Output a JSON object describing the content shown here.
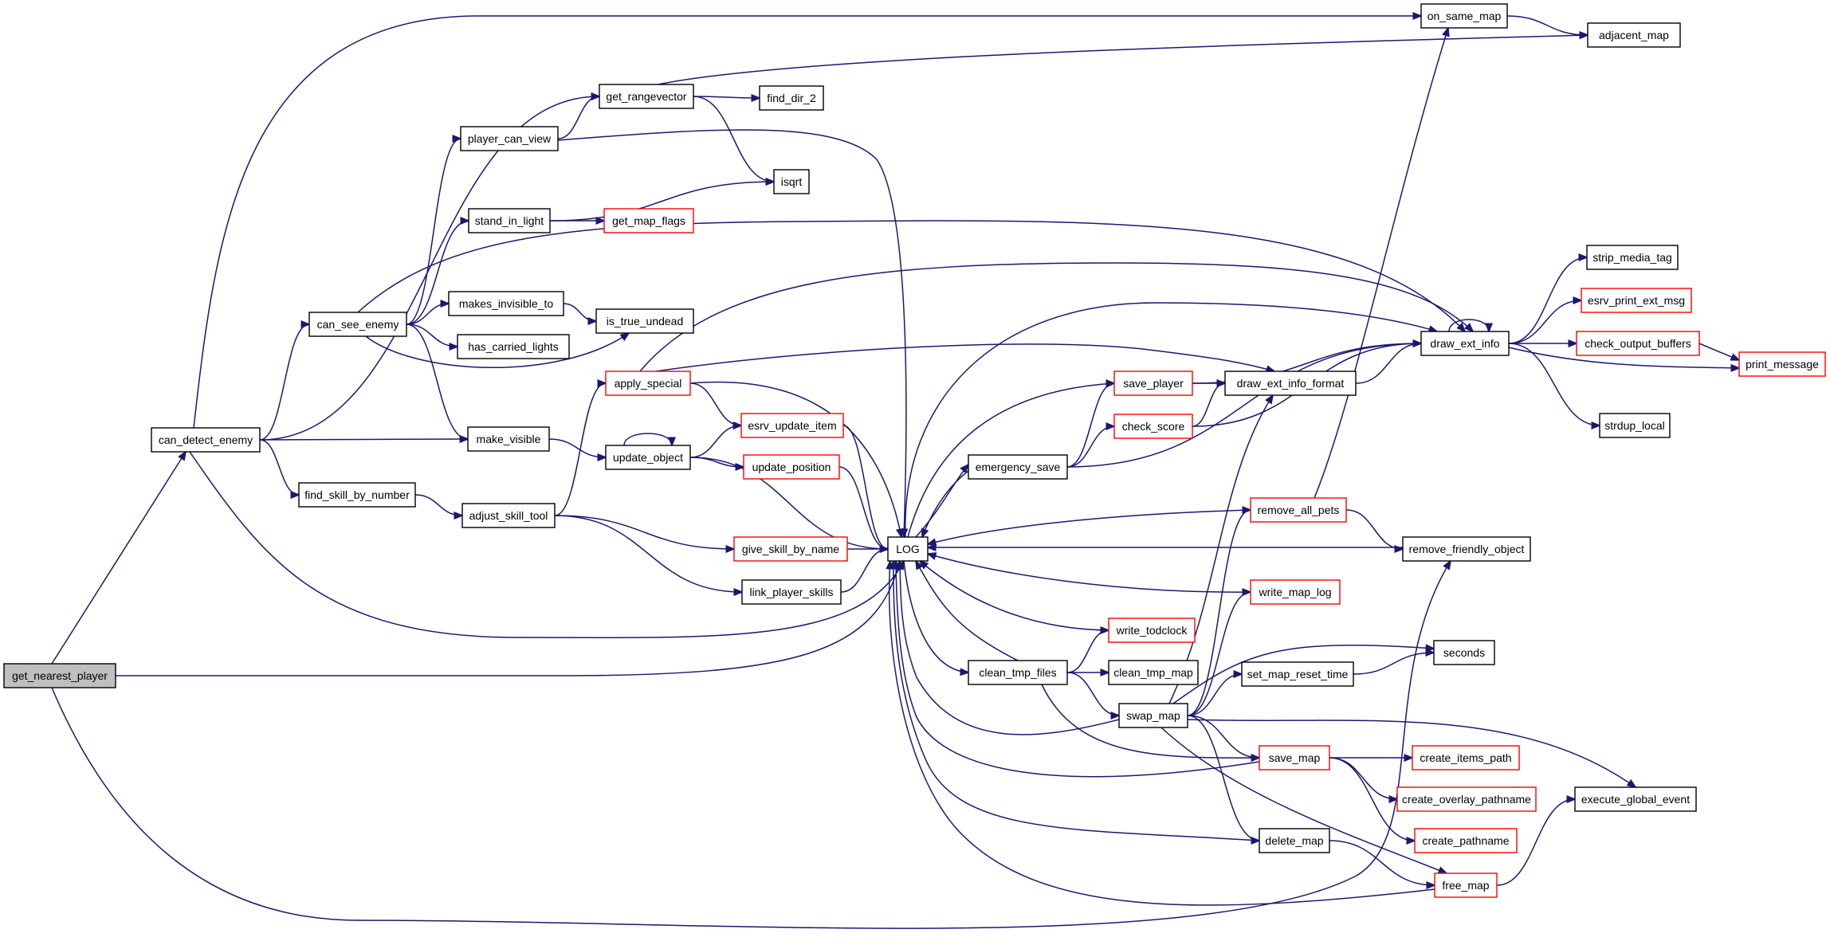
{
  "colors": {
    "edge": "#191970",
    "node_border": "#000000",
    "node_border_truncated": "#ff0000",
    "node_fill": "#ffffff",
    "root_fill": "#bfbfbf"
  },
  "nodes": [
    {
      "id": "get_nearest_player",
      "label": "get_nearest_player",
      "style": "root"
    },
    {
      "id": "can_detect_enemy",
      "label": "can_detect_enemy",
      "style": "normal"
    },
    {
      "id": "can_see_enemy",
      "label": "can_see_enemy",
      "style": "normal"
    },
    {
      "id": "player_can_view",
      "label": "player_can_view",
      "style": "normal"
    },
    {
      "id": "stand_in_light",
      "label": "stand_in_light",
      "style": "normal"
    },
    {
      "id": "makes_invisible_to",
      "label": "makes_invisible_to",
      "style": "normal"
    },
    {
      "id": "has_carried_lights",
      "label": "has_carried_lights",
      "style": "normal"
    },
    {
      "id": "make_visible",
      "label": "make_visible",
      "style": "normal"
    },
    {
      "id": "find_skill_by_number",
      "label": "find_skill_by_number",
      "style": "normal"
    },
    {
      "id": "adjust_skill_tool",
      "label": "adjust_skill_tool",
      "style": "normal"
    },
    {
      "id": "get_rangevector",
      "label": "get_rangevector",
      "style": "normal"
    },
    {
      "id": "find_dir_2",
      "label": "find_dir_2",
      "style": "normal"
    },
    {
      "id": "isqrt",
      "label": "isqrt",
      "style": "normal"
    },
    {
      "id": "get_map_flags",
      "label": "get_map_flags",
      "style": "truncated"
    },
    {
      "id": "is_true_undead",
      "label": "is_true_undead",
      "style": "normal"
    },
    {
      "id": "apply_special",
      "label": "apply_special",
      "style": "truncated"
    },
    {
      "id": "update_object",
      "label": "update_object",
      "style": "normal"
    },
    {
      "id": "esrv_update_item",
      "label": "esrv_update_item",
      "style": "truncated"
    },
    {
      "id": "update_position",
      "label": "update_position",
      "style": "truncated"
    },
    {
      "id": "give_skill_by_name",
      "label": "give_skill_by_name",
      "style": "truncated"
    },
    {
      "id": "link_player_skills",
      "label": "link_player_skills",
      "style": "normal"
    },
    {
      "id": "LOG",
      "label": "LOG",
      "style": "normal"
    },
    {
      "id": "emergency_save",
      "label": "emergency_save",
      "style": "normal"
    },
    {
      "id": "save_player",
      "label": "save_player",
      "style": "truncated"
    },
    {
      "id": "check_score",
      "label": "check_score",
      "style": "truncated"
    },
    {
      "id": "draw_ext_info_format",
      "label": "draw_ext_info_format",
      "style": "normal"
    },
    {
      "id": "draw_ext_info",
      "label": "draw_ext_info",
      "style": "normal"
    },
    {
      "id": "strip_media_tag",
      "label": "strip_media_tag",
      "style": "normal"
    },
    {
      "id": "esrv_print_ext_msg",
      "label": "esrv_print_ext_msg",
      "style": "truncated"
    },
    {
      "id": "check_output_buffers",
      "label": "check_output_buffers",
      "style": "truncated"
    },
    {
      "id": "print_message",
      "label": "print_message",
      "style": "truncated"
    },
    {
      "id": "strdup_local",
      "label": "strdup_local",
      "style": "normal"
    },
    {
      "id": "on_same_map",
      "label": "on_same_map",
      "style": "normal"
    },
    {
      "id": "adjacent_map",
      "label": "adjacent_map",
      "style": "normal"
    },
    {
      "id": "remove_all_pets",
      "label": "remove_all_pets",
      "style": "truncated"
    },
    {
      "id": "remove_friendly_object",
      "label": "remove_friendly_object",
      "style": "normal"
    },
    {
      "id": "write_map_log",
      "label": "write_map_log",
      "style": "truncated"
    },
    {
      "id": "write_todclock",
      "label": "write_todclock",
      "style": "truncated"
    },
    {
      "id": "clean_tmp_files",
      "label": "clean_tmp_files",
      "style": "normal"
    },
    {
      "id": "clean_tmp_map",
      "label": "clean_tmp_map",
      "style": "normal"
    },
    {
      "id": "swap_map",
      "label": "swap_map",
      "style": "normal"
    },
    {
      "id": "seconds",
      "label": "seconds",
      "style": "normal"
    },
    {
      "id": "set_map_reset_time",
      "label": "set_map_reset_time",
      "style": "normal"
    },
    {
      "id": "save_map",
      "label": "save_map",
      "style": "truncated"
    },
    {
      "id": "create_items_path",
      "label": "create_items_path",
      "style": "truncated"
    },
    {
      "id": "create_overlay_pathname",
      "label": "create_overlay_pathname",
      "style": "truncated"
    },
    {
      "id": "create_pathname",
      "label": "create_pathname",
      "style": "truncated"
    },
    {
      "id": "execute_global_event",
      "label": "execute_global_event",
      "style": "normal"
    },
    {
      "id": "delete_map",
      "label": "delete_map",
      "style": "normal"
    },
    {
      "id": "free_map",
      "label": "free_map",
      "style": "truncated"
    }
  ],
  "edges": [
    [
      "get_nearest_player",
      "can_detect_enemy"
    ],
    [
      "get_nearest_player",
      "LOG"
    ],
    [
      "get_nearest_player",
      "remove_friendly_object"
    ],
    [
      "can_detect_enemy",
      "on_same_map"
    ],
    [
      "can_detect_enemy",
      "get_rangevector"
    ],
    [
      "can_detect_enemy",
      "can_see_enemy"
    ],
    [
      "can_detect_enemy",
      "make_visible"
    ],
    [
      "can_detect_enemy",
      "find_skill_by_number"
    ],
    [
      "can_detect_enemy",
      "LOG"
    ],
    [
      "can_see_enemy",
      "player_can_view"
    ],
    [
      "can_see_enemy",
      "stand_in_light"
    ],
    [
      "can_see_enemy",
      "makes_invisible_to"
    ],
    [
      "can_see_enemy",
      "has_carried_lights"
    ],
    [
      "can_see_enemy",
      "is_true_undead"
    ],
    [
      "can_see_enemy",
      "make_visible"
    ],
    [
      "can_see_enemy",
      "draw_ext_info"
    ],
    [
      "player_can_view",
      "get_rangevector"
    ],
    [
      "player_can_view",
      "LOG"
    ],
    [
      "get_rangevector",
      "adjacent_map"
    ],
    [
      "get_rangevector",
      "find_dir_2"
    ],
    [
      "get_rangevector",
      "isqrt"
    ],
    [
      "stand_in_light",
      "isqrt"
    ],
    [
      "stand_in_light",
      "get_map_flags"
    ],
    [
      "makes_invisible_to",
      "is_true_undead"
    ],
    [
      "make_visible",
      "update_object"
    ],
    [
      "find_skill_by_number",
      "adjust_skill_tool"
    ],
    [
      "adjust_skill_tool",
      "apply_special"
    ],
    [
      "adjust_skill_tool",
      "give_skill_by_name"
    ],
    [
      "adjust_skill_tool",
      "link_player_skills"
    ],
    [
      "apply_special",
      "draw_ext_info"
    ],
    [
      "apply_special",
      "draw_ext_info_format"
    ],
    [
      "apply_special",
      "esrv_update_item"
    ],
    [
      "apply_special",
      "LOG"
    ],
    [
      "update_object",
      "update_object"
    ],
    [
      "update_object",
      "esrv_update_item"
    ],
    [
      "update_object",
      "update_position"
    ],
    [
      "update_object",
      "LOG"
    ],
    [
      "esrv_update_item",
      "LOG"
    ],
    [
      "update_position",
      "LOG"
    ],
    [
      "give_skill_by_name",
      "LOG"
    ],
    [
      "link_player_skills",
      "LOG"
    ],
    [
      "LOG",
      "draw_ext_info"
    ],
    [
      "LOG",
      "save_player"
    ],
    [
      "LOG",
      "emergency_save"
    ],
    [
      "LOG",
      "clean_tmp_files"
    ],
    [
      "emergency_save",
      "save_player"
    ],
    [
      "emergency_save",
      "check_score"
    ],
    [
      "emergency_save",
      "draw_ext_info"
    ],
    [
      "emergency_save",
      "LOG"
    ],
    [
      "save_player",
      "draw_ext_info_format"
    ],
    [
      "save_player",
      "draw_ext_info"
    ],
    [
      "check_score",
      "draw_ext_info_format"
    ],
    [
      "check_score",
      "draw_ext_info"
    ],
    [
      "draw_ext_info_format",
      "draw_ext_info"
    ],
    [
      "draw_ext_info",
      "draw_ext_info"
    ],
    [
      "draw_ext_info",
      "strip_media_tag"
    ],
    [
      "draw_ext_info",
      "esrv_print_ext_msg"
    ],
    [
      "draw_ext_info",
      "check_output_buffers"
    ],
    [
      "draw_ext_info",
      "print_message"
    ],
    [
      "draw_ext_info",
      "strdup_local"
    ],
    [
      "check_output_buffers",
      "print_message"
    ],
    [
      "on_same_map",
      "adjacent_map"
    ],
    [
      "remove_all_pets",
      "on_same_map"
    ],
    [
      "remove_all_pets",
      "remove_friendly_object"
    ],
    [
      "remove_all_pets",
      "LOG"
    ],
    [
      "remove_friendly_object",
      "LOG"
    ],
    [
      "write_map_log",
      "LOG"
    ],
    [
      "write_todclock",
      "LOG"
    ],
    [
      "clean_tmp_files",
      "write_todclock"
    ],
    [
      "clean_tmp_files",
      "clean_tmp_map"
    ],
    [
      "clean_tmp_files",
      "swap_map"
    ],
    [
      "clean_tmp_files",
      "save_map"
    ],
    [
      "clean_tmp_files",
      "LOG"
    ],
    [
      "swap_map",
      "draw_ext_info_format"
    ],
    [
      "swap_map",
      "remove_all_pets"
    ],
    [
      "swap_map",
      "write_map_log"
    ],
    [
      "swap_map",
      "seconds"
    ],
    [
      "swap_map",
      "set_map_reset_time"
    ],
    [
      "swap_map",
      "save_map"
    ],
    [
      "swap_map",
      "execute_global_event"
    ],
    [
      "swap_map",
      "delete_map"
    ],
    [
      "swap_map",
      "free_map"
    ],
    [
      "swap_map",
      "LOG"
    ],
    [
      "set_map_reset_time",
      "seconds"
    ],
    [
      "save_map",
      "create_items_path"
    ],
    [
      "save_map",
      "create_overlay_pathname"
    ],
    [
      "save_map",
      "create_pathname"
    ],
    [
      "save_map",
      "LOG"
    ],
    [
      "delete_map",
      "free_map"
    ],
    [
      "delete_map",
      "LOG"
    ],
    [
      "free_map",
      "execute_global_event"
    ],
    [
      "free_map",
      "LOG"
    ]
  ]
}
